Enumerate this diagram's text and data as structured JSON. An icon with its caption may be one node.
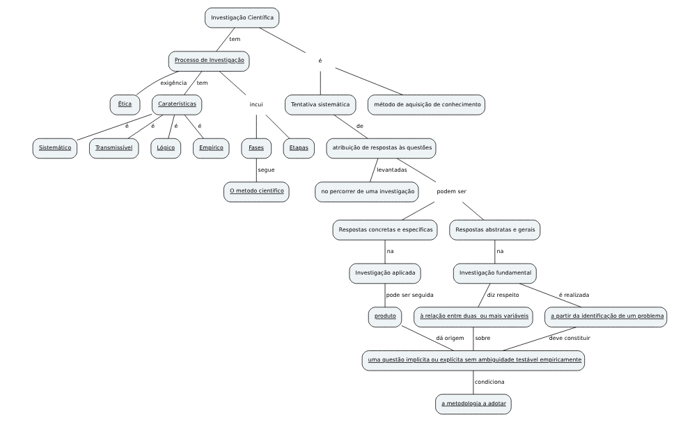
{
  "diagram": {
    "nodes": [
      {
        "text": [
          "Investigação Científica"
        ]
      },
      {
        "text": [
          "Processo de Investigação"
        ]
      },
      {
        "text": [
          "Tentativa sistemática"
        ]
      },
      {
        "text": [
          "método de aquisição de conhecimento"
        ]
      },
      {
        "text": [
          "atribuição de respostas às questões"
        ]
      },
      {
        "text": [
          "no percorrer de uma investigação"
        ]
      },
      {
        "text": [
          "Respostas concretas e especificas"
        ]
      },
      {
        "text": [
          "Respostas abstratas e gerais"
        ]
      },
      {
        "text": [
          "Investigação aplicada"
        ]
      },
      {
        "text": [
          "Investigação fundamental"
        ]
      },
      {
        "text": [
          "à relação entre duas  ou mais variáveis"
        ]
      },
      {
        "text": [
          "a partir da identificação de um problema"
        ]
      },
      {
        "text": [
          "produto"
        ]
      },
      {
        "text": [
          "uma questão implícita ou explícita sem ambiguidade testável empiricamente"
        ]
      },
      {
        "text": [
          "a metodologia a adotar"
        ]
      },
      {
        "text": [
          "Fases"
        ]
      },
      {
        "text": [
          "Ética"
        ]
      },
      {
        "text": [
          "Etapas"
        ]
      },
      {
        "text": [
          "Caraterísticas"
        ]
      },
      {
        "text": [
          "Sistemático"
        ]
      },
      {
        "text": [
          "Transmissível"
        ]
      },
      {
        "text": [
          "Lógico"
        ]
      },
      {
        "text": [
          "Empírico"
        ]
      },
      {
        "text": [
          "O metodo cientifico"
        ]
      },
      {
        "text": [
          "é"
        ]
      },
      {
        "text": [
          "podem ser"
        ]
      },
      {
        "text": [
          "incui"
        ]
      }
    ],
    "edges": [
      {
        "from": 0,
        "to": 1,
        "arrow": "none",
        "label": "tem"
      },
      {
        "from": 0,
        "to": 24,
        "arrow": "none"
      },
      {
        "from": 24,
        "to": 2,
        "arrow": "none"
      },
      {
        "from": 24,
        "to": 3,
        "arrow": "none"
      },
      {
        "from": 2,
        "to": 4,
        "arrow": "none",
        "label": "de"
      },
      {
        "from": 4,
        "to": 5,
        "arrow": "none",
        "label": "levantadas"
      },
      {
        "from": 4,
        "to": 25,
        "arrow": "none"
      },
      {
        "from": 25,
        "to": 6,
        "arrow": "none"
      },
      {
        "from": 25,
        "to": 7,
        "arrow": "none"
      },
      {
        "from": 6,
        "to": 8,
        "arrow": "none",
        "label": "na"
      },
      {
        "from": 7,
        "to": 9,
        "arrow": "none",
        "label": "na"
      },
      {
        "from": 8,
        "to": 12,
        "arrow": "none",
        "label": "pode ser seguida"
      },
      {
        "from": 9,
        "to": 10,
        "arrow": "none",
        "label": "diz respeito"
      },
      {
        "from": 9,
        "to": 11,
        "arrow": "none",
        "label": "é realizada"
      },
      {
        "from": 10,
        "to": 13,
        "arrow": "none",
        "label": "sobre"
      },
      {
        "from": 11,
        "to": 13,
        "arrow": "none",
        "label": "deve constituir"
      },
      {
        "from": 12,
        "to": 13,
        "arrow": "none",
        "label": "dá origem"
      },
      {
        "from": 13,
        "to": 14,
        "arrow": "none",
        "label": "condiciona"
      },
      {
        "from": 1,
        "to": 16,
        "arrow": "none",
        "label": "exigência"
      },
      {
        "from": 1,
        "to": 18,
        "arrow": "none",
        "label": "tem"
      },
      {
        "from": 1,
        "to": 26,
        "arrow": "none"
      },
      {
        "from": 26,
        "to": 17,
        "arrow": "none"
      },
      {
        "from": 26,
        "to": 15,
        "arrow": "none"
      },
      {
        "from": 15,
        "to": 23,
        "arrow": "none",
        "label": "segue"
      },
      {
        "from": 18,
        "to": 19,
        "arrow": "none",
        "label": "é"
      },
      {
        "from": 18,
        "to": 20,
        "arrow": "none",
        "label": "é"
      },
      {
        "from": 18,
        "to": 21,
        "arrow": "none",
        "label": "é"
      },
      {
        "from": 18,
        "to": 22,
        "arrow": "none",
        "label": "é"
      }
    ]
  }
}
